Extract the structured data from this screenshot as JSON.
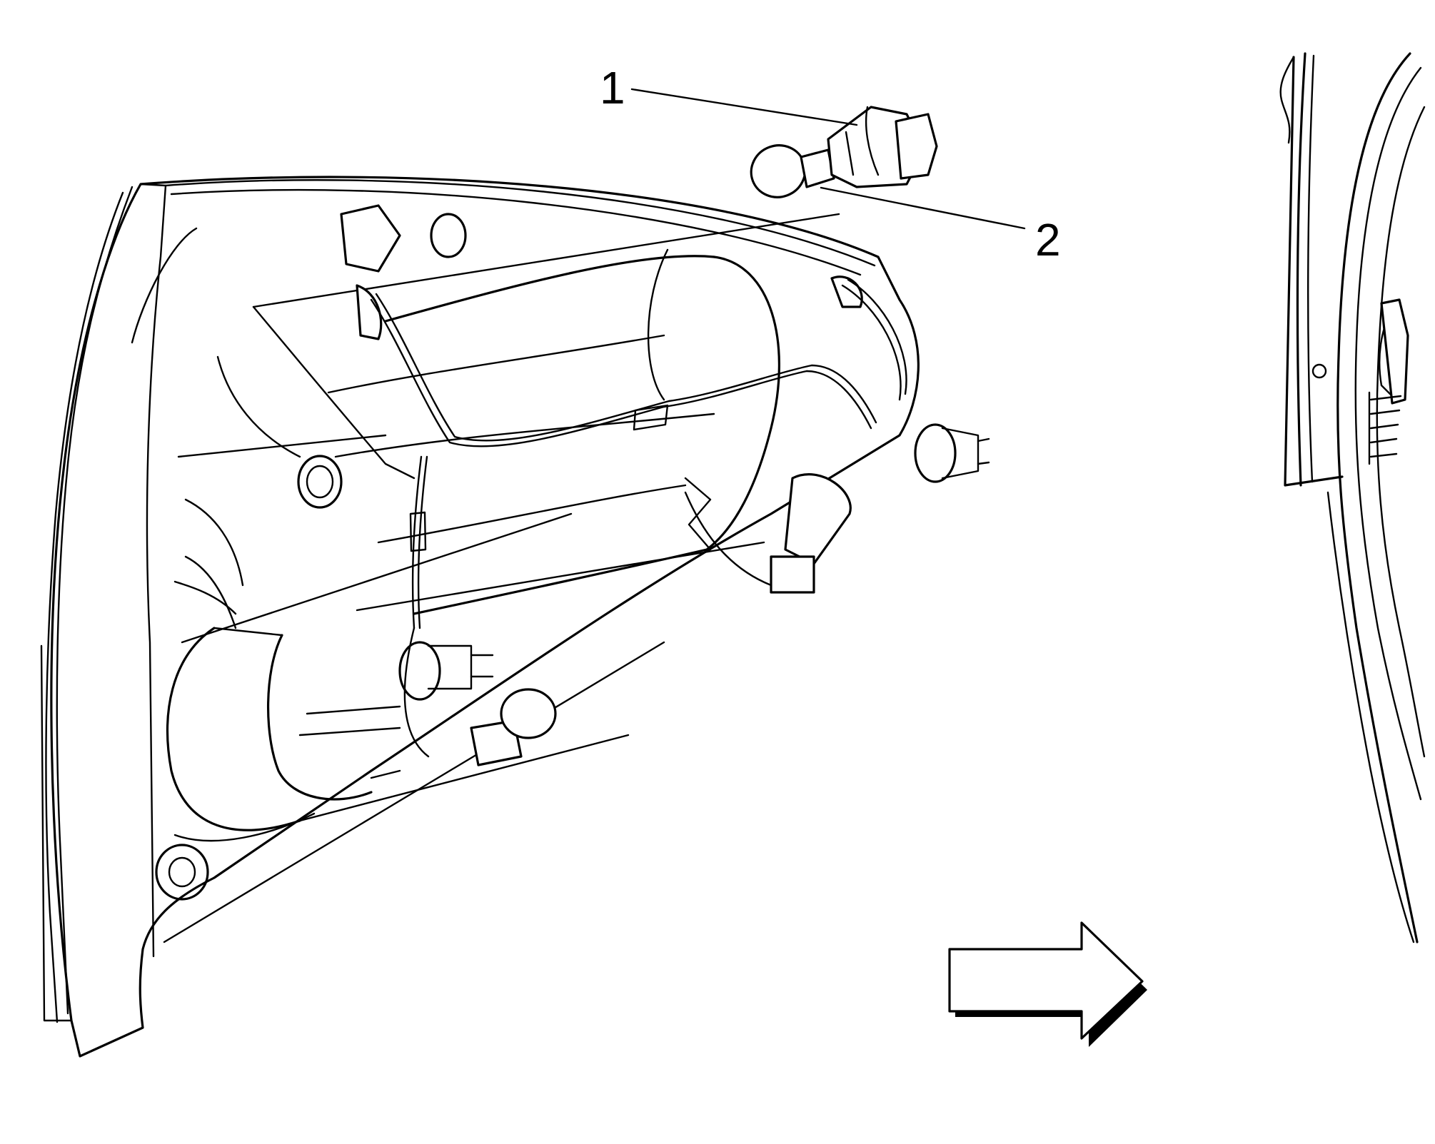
{
  "callouts": [
    {
      "id": "1",
      "label": "1"
    },
    {
      "id": "2",
      "label": "2"
    }
  ],
  "icons": {
    "view_arrow": "right-arrow-icon"
  }
}
